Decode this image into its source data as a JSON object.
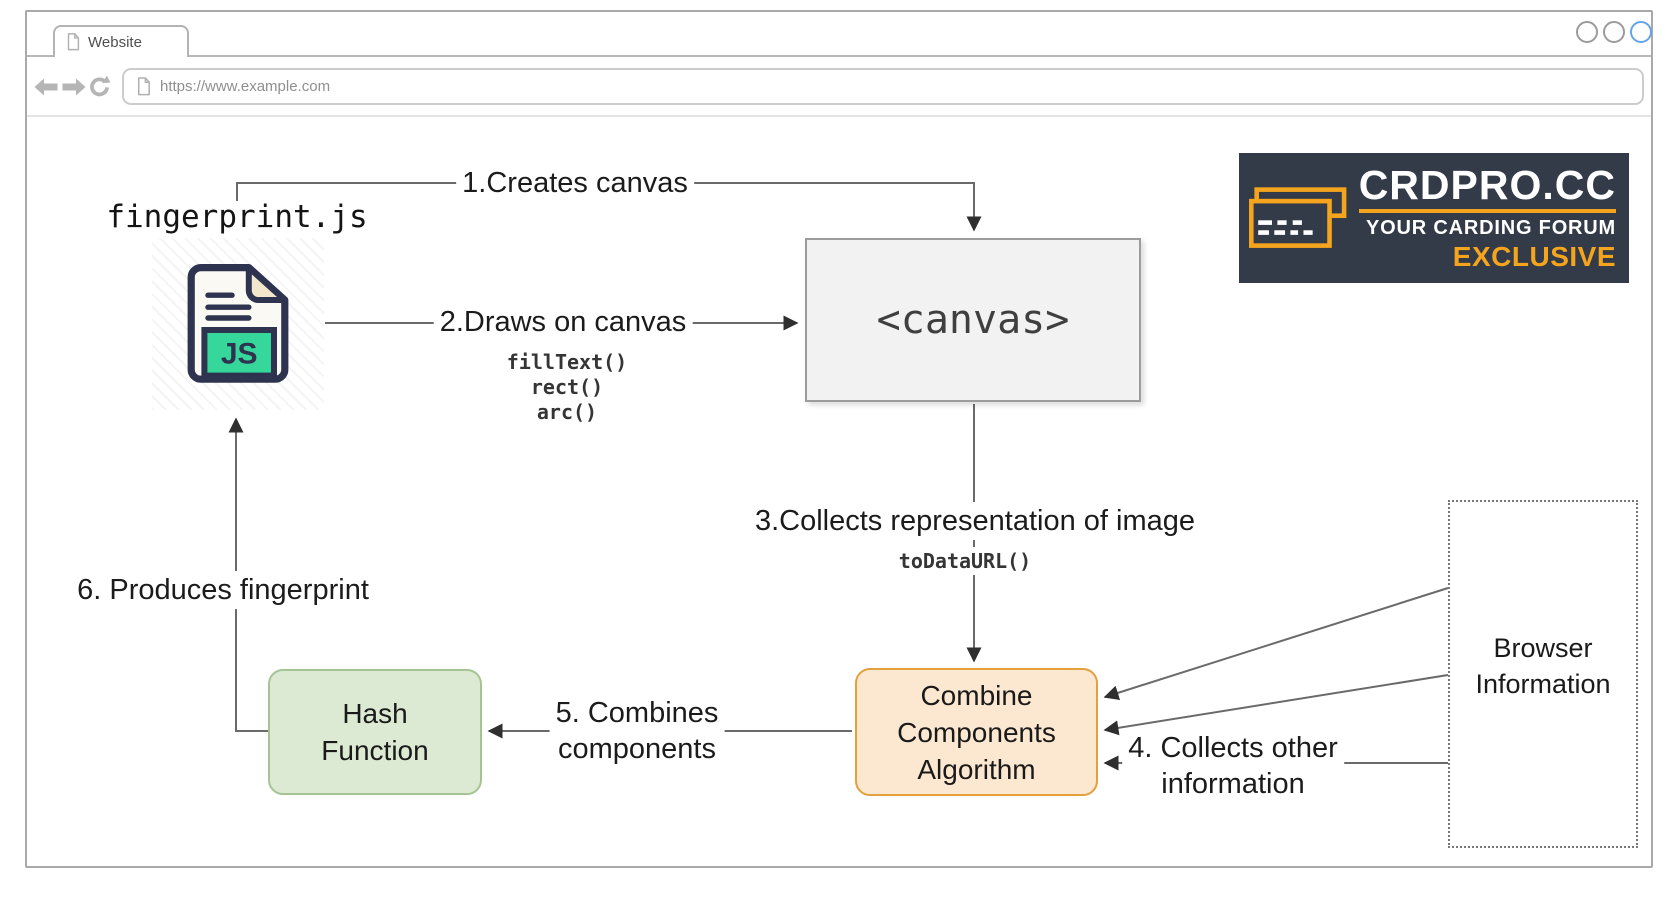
{
  "browser_chrome": {
    "tab_title": "Website",
    "url": "https://www.example.com"
  },
  "watermark": {
    "brand": "CRDPRO.CC",
    "tagline": "YOUR CARDING FORUM",
    "badge": "EXCLUSIVE"
  },
  "diagram": {
    "script_label": "fingerprint.js",
    "js_badge": "JS",
    "canvas_label": "<canvas>",
    "combine_lines": [
      "Combine",
      "Components",
      "Algorithm"
    ],
    "hash_lines": [
      "Hash",
      "Function"
    ],
    "browser_info_lines": [
      "Browser",
      "Information"
    ],
    "step1": "1.Creates canvas",
    "step2": "2.Draws on canvas",
    "step2_methods": [
      "fillText()",
      "rect()",
      "arc()"
    ],
    "step3": "3.Collects representation of image",
    "step3_method": "toDataURL()",
    "step4_lines": [
      "4. Collects other",
      "information"
    ],
    "step5_lines": [
      "5. Combines",
      "components"
    ],
    "step6": "6. Produces fingerprint"
  },
  "colors": {
    "logo_bg": "#333a48",
    "logo_accent": "#f4a41d",
    "combine_fill": "#fce8d0",
    "combine_border": "#e3a03c",
    "hash_fill": "#dcead3",
    "hash_border": "#a3c493",
    "canvas_fill": "#f2f2f2",
    "js_navy": "#2e3450",
    "js_green": "#35d79b",
    "win_ctl_active": "#64a4e8"
  }
}
